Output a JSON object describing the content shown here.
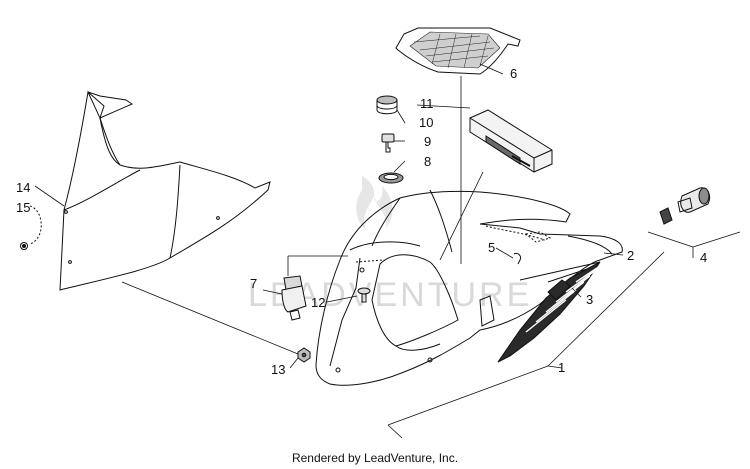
{
  "diagram": {
    "callouts": [
      {
        "id": "1",
        "label": "1"
      },
      {
        "id": "2",
        "label": "2"
      },
      {
        "id": "3",
        "label": "3"
      },
      {
        "id": "4",
        "label": "4"
      },
      {
        "id": "5",
        "label": "5"
      },
      {
        "id": "6",
        "label": "6"
      },
      {
        "id": "7",
        "label": "7"
      },
      {
        "id": "8",
        "label": "8"
      },
      {
        "id": "9",
        "label": "9"
      },
      {
        "id": "10",
        "label": "10"
      },
      {
        "id": "11",
        "label": "11"
      },
      {
        "id": "12",
        "label": "12"
      },
      {
        "id": "13",
        "label": "13"
      },
      {
        "id": "14",
        "label": "14"
      },
      {
        "id": "15",
        "label": "15"
      }
    ],
    "watermark": "LEADVENTURE",
    "footer": "Rendered by LeadVenture, Inc."
  },
  "colors": {
    "line": "#111111",
    "watermark": "#d9d9d9",
    "background": "#ffffff"
  }
}
